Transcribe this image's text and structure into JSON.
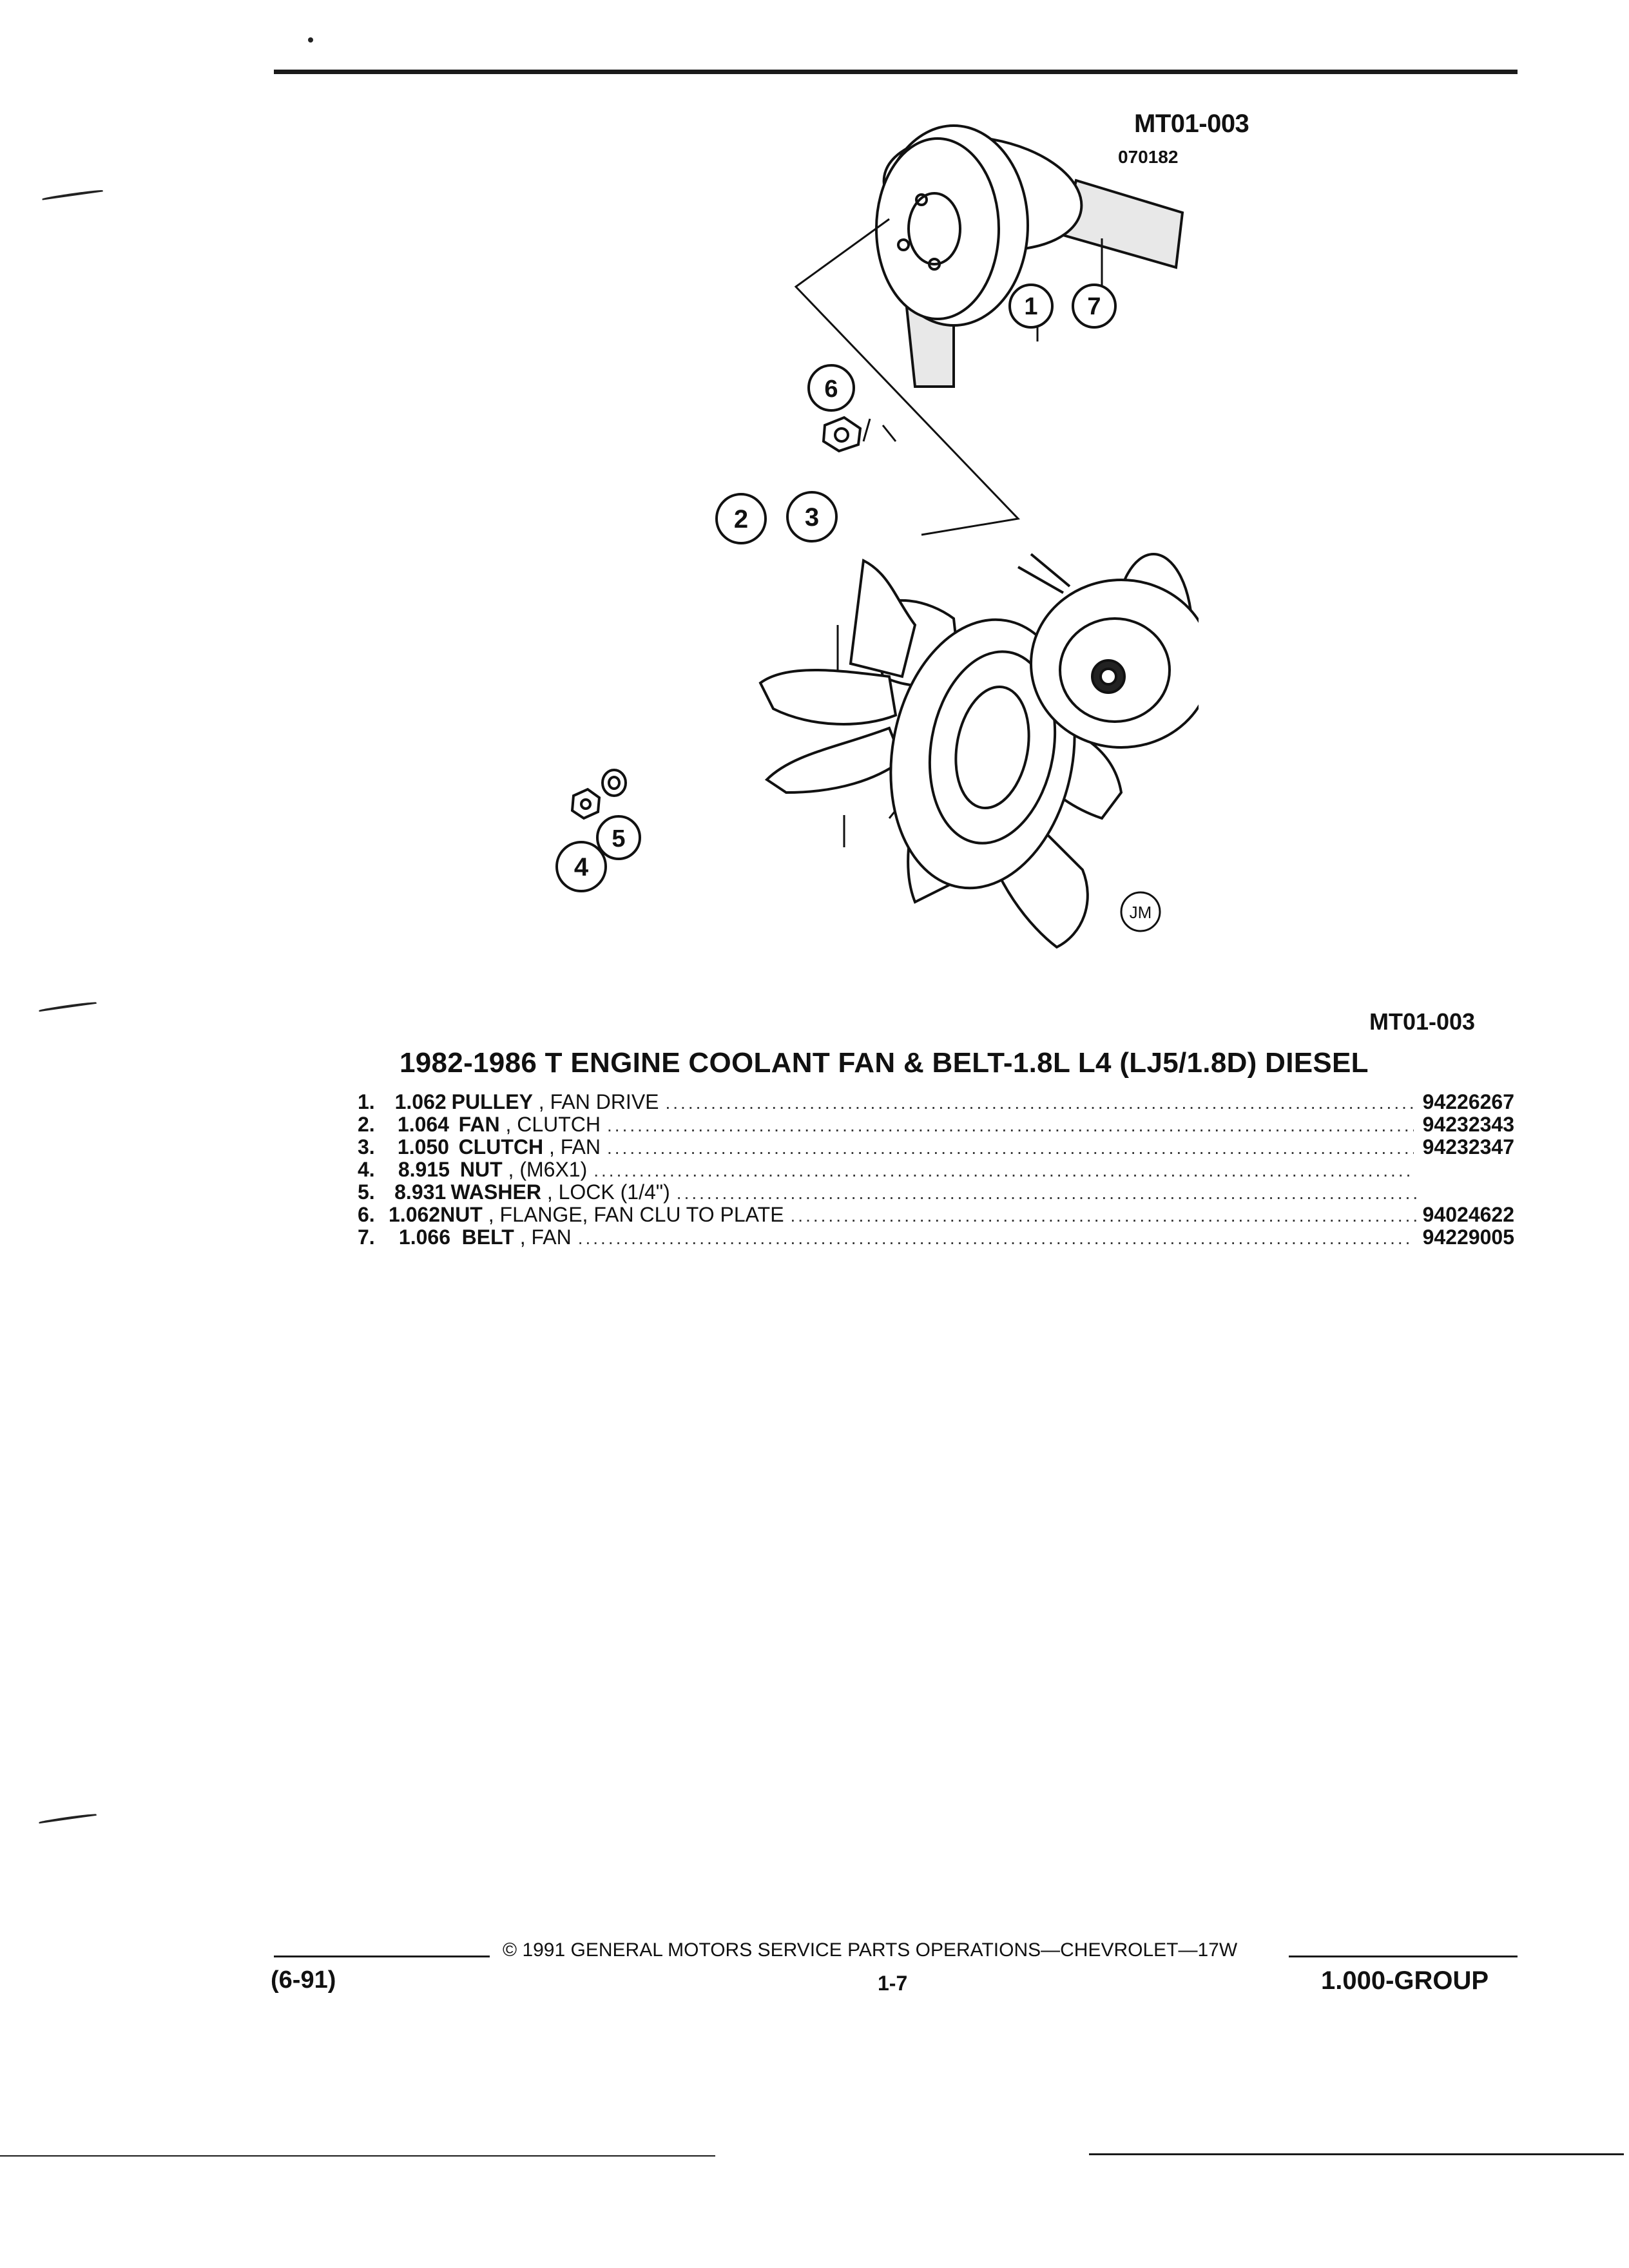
{
  "header": {
    "illustration_code": "MT01-003",
    "illustration_sub_code": "070182"
  },
  "diagram": {
    "callouts": [
      "1",
      "2",
      "3",
      "4",
      "5",
      "6",
      "7"
    ],
    "artist_mark": "JM"
  },
  "figure_ref": "MT01-003",
  "title": "1982-1986 T ENGINE COOLANT FAN & BELT-1.8L L4 (LJ5/1.8D) DIESEL",
  "parts": [
    {
      "index": "1.",
      "group": "1.062",
      "name": "PULLEY",
      "qualifier": ", FAN DRIVE",
      "part_number": "94226267"
    },
    {
      "index": "2.",
      "group": "1.064",
      "name": "FAN",
      "qualifier": ", CLUTCH",
      "part_number": "94232343"
    },
    {
      "index": "3.",
      "group": "1.050",
      "name": "CLUTCH",
      "qualifier": ", FAN",
      "part_number": "94232347"
    },
    {
      "index": "4.",
      "group": "8.915",
      "name": "NUT",
      "qualifier": ", (M6X1)",
      "part_number": ""
    },
    {
      "index": "5.",
      "group": "8.931",
      "name": "WASHER",
      "qualifier": ", LOCK (1/4\")",
      "part_number": ""
    },
    {
      "index": "6.",
      "group": "1.062",
      "name": "NUT",
      "qualifier": ", FLANGE, FAN CLU TO PLATE",
      "part_number": "94024622"
    },
    {
      "index": "7.",
      "group": "1.066",
      "name": "BELT",
      "qualifier": ", FAN",
      "part_number": "94229005"
    }
  ],
  "footer": {
    "copyright": "© 1991 GENERAL MOTORS SERVICE PARTS OPERATIONS—CHEVROLET—17W",
    "date_code": "(6-91)",
    "page": "1-7",
    "group": "1.000-GROUP"
  }
}
